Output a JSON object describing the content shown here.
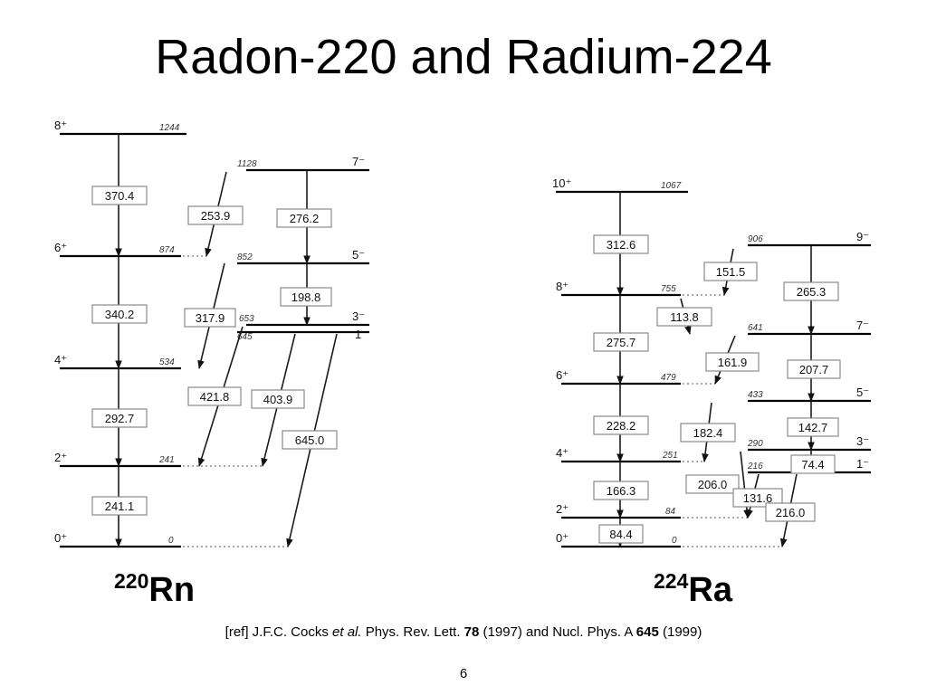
{
  "slide": {
    "title": "Radon-220 and Radium-224",
    "page_number": "6",
    "reference": {
      "p1": "[ref] J.F.C. Cocks ",
      "etal": "et al.",
      "p2": " Phys. Rev. Lett. ",
      "vol1": "78",
      "p3": " (1997) and Nucl. Phys. A ",
      "vol2": "645",
      "p4": " (1999)"
    }
  },
  "rn220": {
    "mass": "220",
    "symbol": "Rn",
    "levels": [
      {
        "id": "0+",
        "spin": "0⁺",
        "energy": "0"
      },
      {
        "id": "2+",
        "spin": "2⁺",
        "energy": "241"
      },
      {
        "id": "4+",
        "spin": "4⁺",
        "energy": "534"
      },
      {
        "id": "6+",
        "spin": "6⁺",
        "energy": "874"
      },
      {
        "id": "8+",
        "spin": "8⁺",
        "energy": "1244"
      },
      {
        "id": "1-",
        "spin": "1⁻",
        "energy": "645"
      },
      {
        "id": "3-",
        "spin": "3⁻",
        "energy": "653"
      },
      {
        "id": "5-",
        "spin": "5⁻",
        "energy": "852"
      },
      {
        "id": "7-",
        "spin": "7⁻",
        "energy": "1128"
      }
    ],
    "transitions": [
      {
        "label": "370.4",
        "from": "8+",
        "to": "6+"
      },
      {
        "label": "340.2",
        "from": "6+",
        "to": "4+"
      },
      {
        "label": "292.7",
        "from": "4+",
        "to": "2+"
      },
      {
        "label": "241.1",
        "from": "2+",
        "to": "0+"
      },
      {
        "label": "253.9",
        "from": "7-",
        "to": "6+"
      },
      {
        "label": "317.9",
        "from": "5-",
        "to": "4+"
      },
      {
        "label": "421.8",
        "from": "3-",
        "to": "2+"
      },
      {
        "label": "403.9",
        "from": "1-",
        "to": "2+"
      },
      {
        "label": "645.0",
        "from": "1-",
        "to": "0+"
      },
      {
        "label": "276.2",
        "from": "7-",
        "to": "5-"
      },
      {
        "label": "198.8",
        "from": "5-",
        "to": "3-"
      }
    ]
  },
  "ra224": {
    "mass": "224",
    "symbol": "Ra",
    "levels": [
      {
        "id": "0+",
        "spin": "0⁺",
        "energy": "0"
      },
      {
        "id": "2+",
        "spin": "2⁺",
        "energy": "84"
      },
      {
        "id": "4+",
        "spin": "4⁺",
        "energy": "251"
      },
      {
        "id": "6+",
        "spin": "6⁺",
        "energy": "479"
      },
      {
        "id": "8+",
        "spin": "8⁺",
        "energy": "755"
      },
      {
        "id": "10+",
        "spin": "10⁺",
        "energy": "1067"
      },
      {
        "id": "1-",
        "spin": "1⁻",
        "energy": "216"
      },
      {
        "id": "3-",
        "spin": "3⁻",
        "energy": "290"
      },
      {
        "id": "5-",
        "spin": "5⁻",
        "energy": "433"
      },
      {
        "id": "7-",
        "spin": "7⁻",
        "energy": "641"
      },
      {
        "id": "9-",
        "spin": "9⁻",
        "energy": "906"
      }
    ],
    "transitions": [
      {
        "label": "312.6",
        "from": "10+",
        "to": "8+"
      },
      {
        "label": "275.7",
        "from": "8+",
        "to": "6+"
      },
      {
        "label": "228.2",
        "from": "6+",
        "to": "4+"
      },
      {
        "label": "166.3",
        "from": "4+",
        "to": "2+"
      },
      {
        "label": "84.4",
        "from": "2+",
        "to": "0+"
      },
      {
        "label": "151.5",
        "from": "9-",
        "to": "8+"
      },
      {
        "label": "113.8",
        "from": "8+",
        "to": "7-"
      },
      {
        "label": "161.9",
        "from": "7-",
        "to": "6+"
      },
      {
        "label": "182.4",
        "from": "5-",
        "to": "4+"
      },
      {
        "label": "206.0",
        "from": "3-",
        "to": "2+"
      },
      {
        "label": "131.6",
        "from": "1-",
        "to": "2+"
      },
      {
        "label": "216.0",
        "from": "1-",
        "to": "0+"
      },
      {
        "label": "265.3",
        "from": "9-",
        "to": "7-"
      },
      {
        "label": "207.7",
        "from": "7-",
        "to": "5-"
      },
      {
        "label": "142.7",
        "from": "5-",
        "to": "3-"
      },
      {
        "label": "74.4",
        "from": "3-",
        "to": "1-"
      }
    ]
  }
}
